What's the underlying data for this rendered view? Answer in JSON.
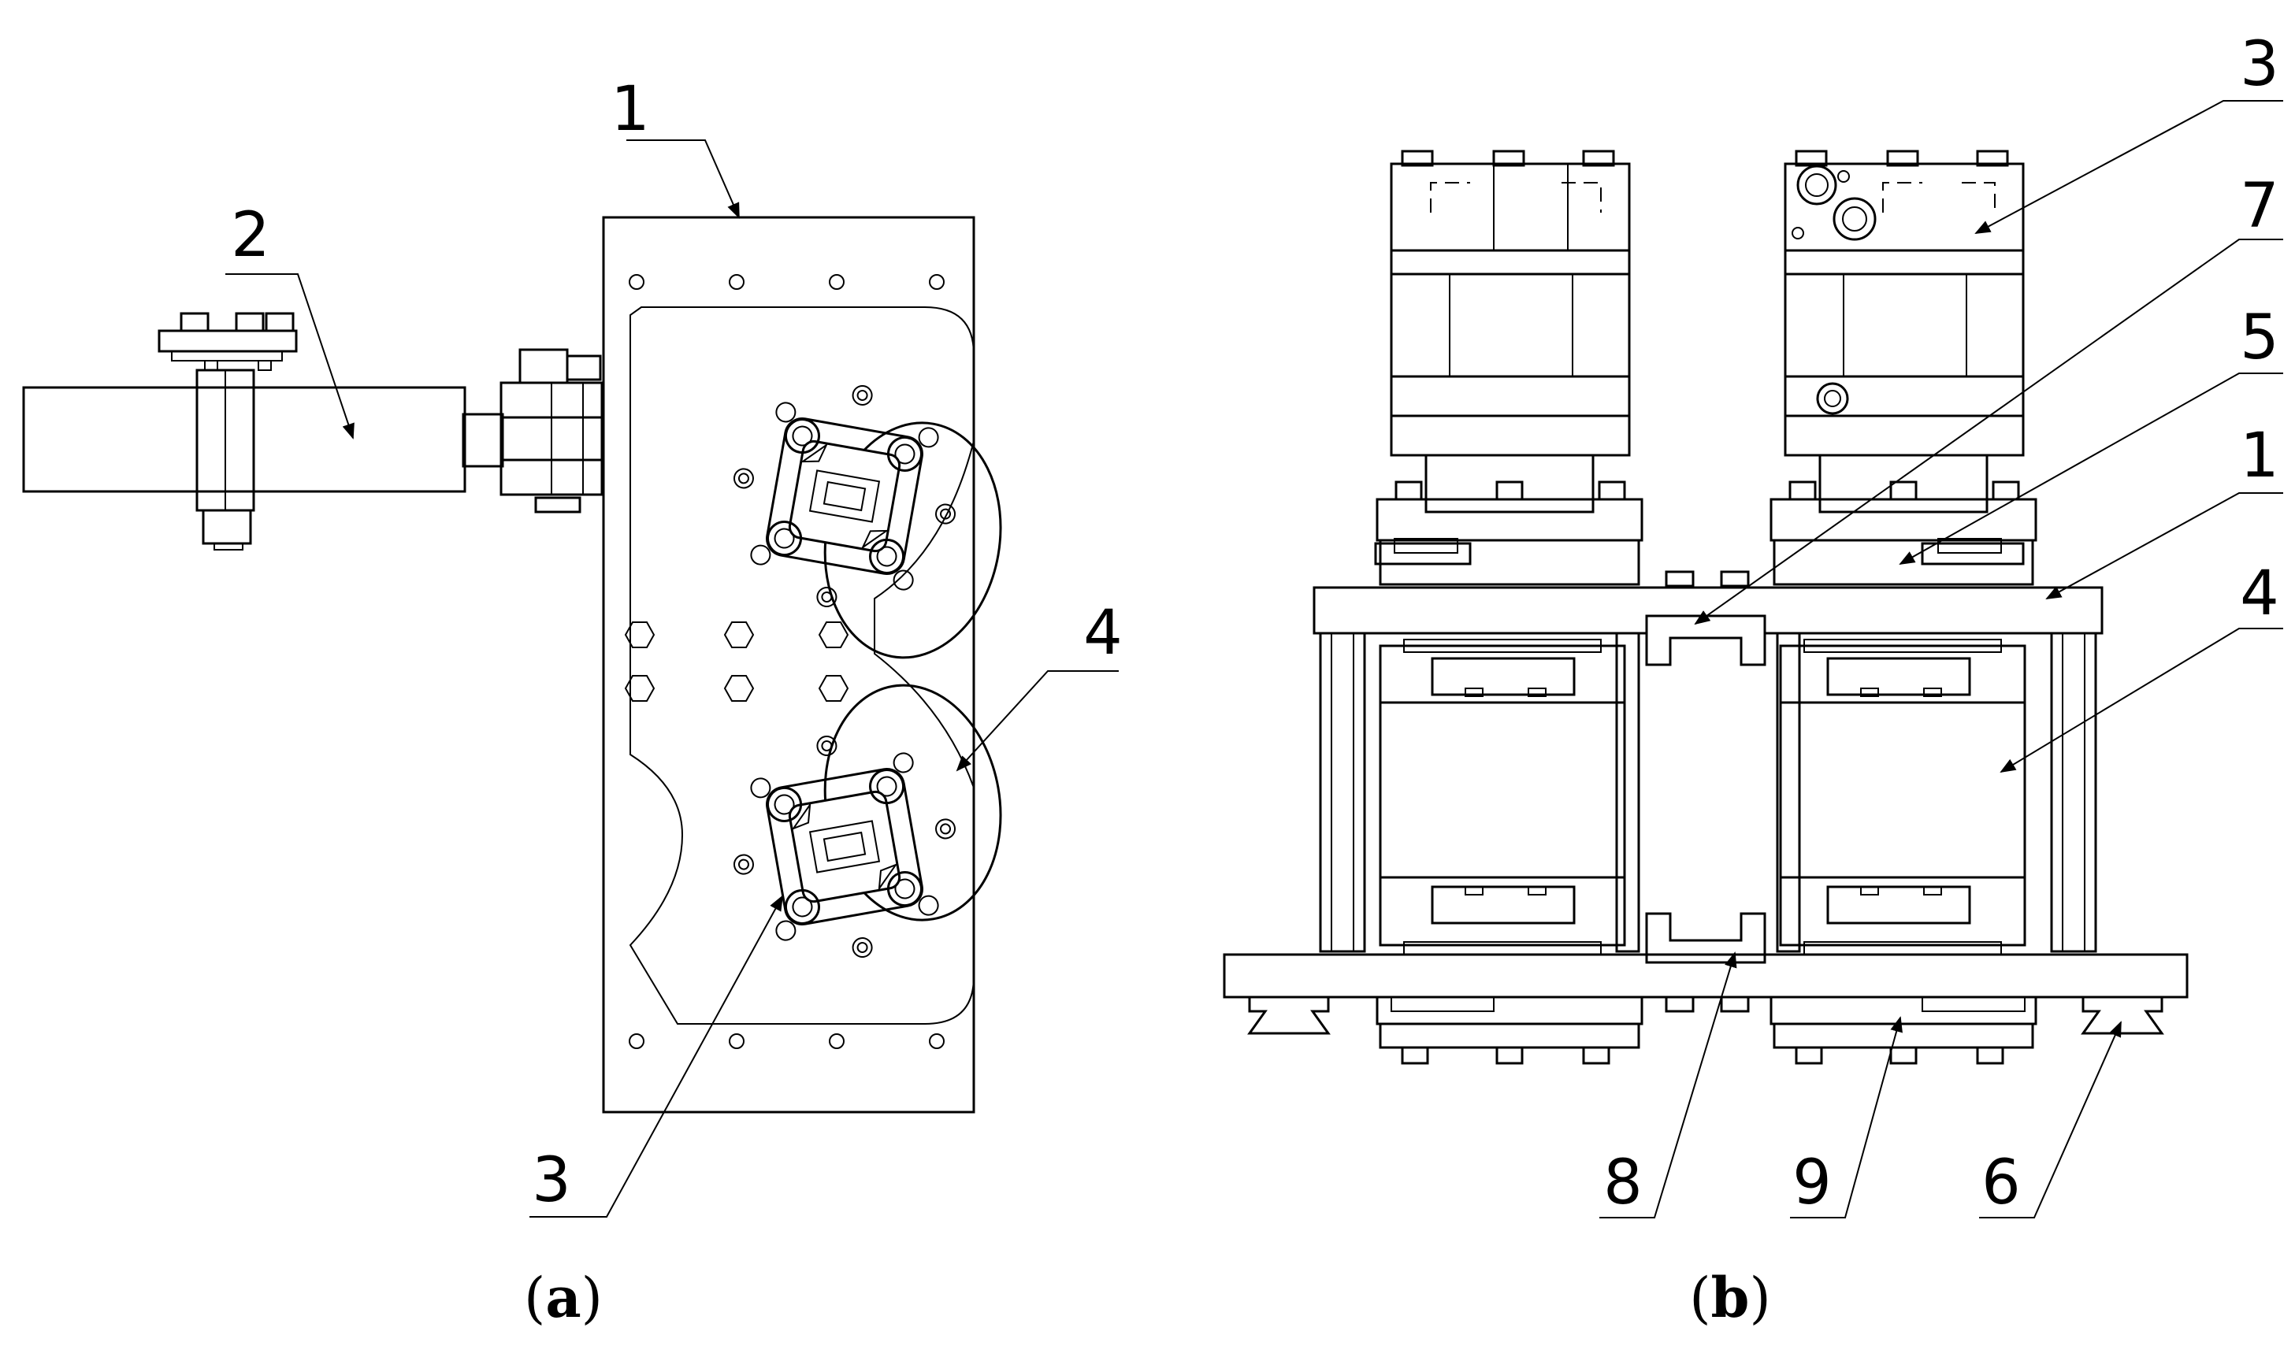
{
  "figure": {
    "panel_a": {
      "caption_open": "(",
      "caption_letter": "a",
      "caption_close": ")",
      "callouts": [
        "1",
        "2",
        "3",
        "4"
      ]
    },
    "panel_b": {
      "caption_open": "(",
      "caption_letter": "b",
      "caption_close": ")",
      "callouts": [
        "3",
        "7",
        "5",
        "1",
        "4",
        "8",
        "9",
        "6"
      ]
    }
  }
}
